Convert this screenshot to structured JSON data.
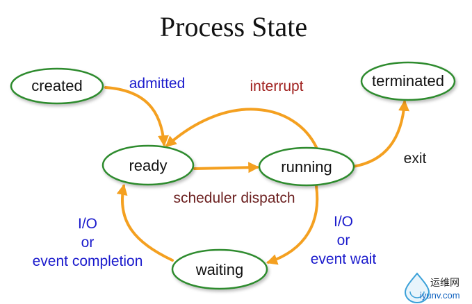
{
  "title": "Process State",
  "colors": {
    "ellipse_stroke": "#2e8b2e",
    "arrow": "#f4a020",
    "label_blue": "#1a1acc",
    "label_red": "#a0201e",
    "label_brown": "#6b1f1f"
  },
  "states": {
    "created": "created",
    "ready": "ready",
    "running": "running",
    "waiting": "waiting",
    "terminated": "terminated"
  },
  "transitions": {
    "admitted": "admitted",
    "interrupt": "interrupt",
    "scheduler_dispatch": "scheduler dispatch",
    "exit": "exit",
    "io_completion": [
      "I/O",
      "or",
      "event completion"
    ],
    "io_wait": [
      "I/O",
      "or",
      "event wait"
    ]
  },
  "watermark": {
    "name": "运维网",
    "url": "iyunv.com",
    "icon": "water-drop-logo-icon"
  }
}
